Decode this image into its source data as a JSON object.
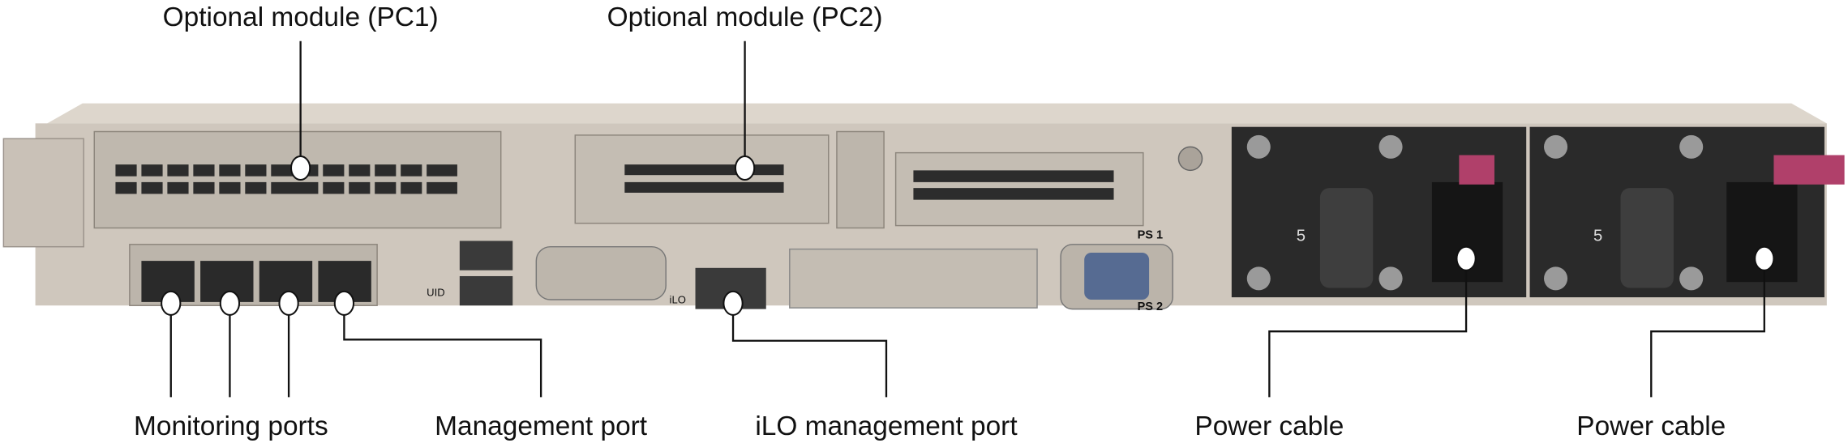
{
  "labels": {
    "pc1": "Optional module (PC1)",
    "pc2": "Optional module (PC2)",
    "monitoring": "Monitoring ports",
    "management": "Management port",
    "ilo": "iLO management port",
    "power1": "Power cable",
    "power2": "Power cable"
  },
  "panel_markings": {
    "uid": "UID",
    "ilo": "iLO",
    "ps1": "PS 1",
    "ps2": "PS 2",
    "psu_digit": "5"
  },
  "colors": {
    "chassis": "#cfc7bd",
    "psu": "#2a2a2a",
    "latch": "#b0406a"
  }
}
